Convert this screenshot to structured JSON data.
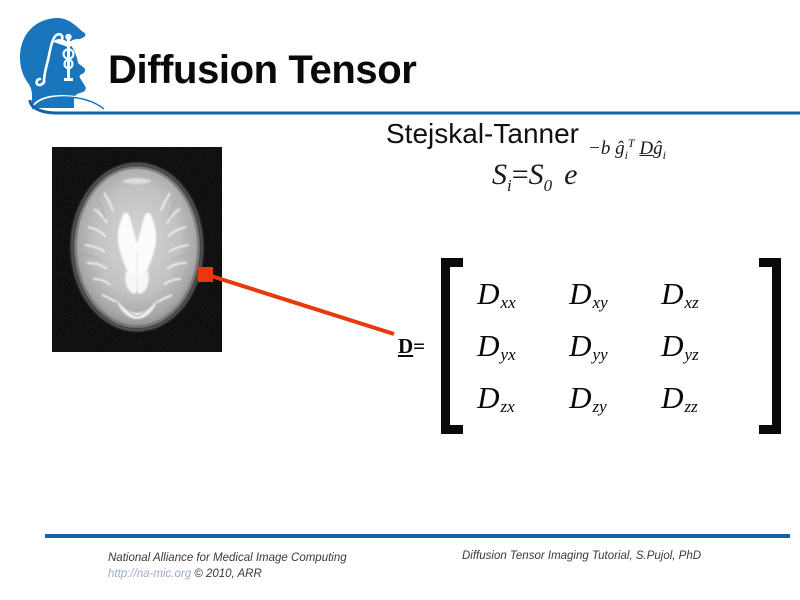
{
  "slide": {
    "title": "Diffusion Tensor",
    "subtitle": "Stejskal-Tanner",
    "accent_color": "#1660a8",
    "arrow_color": "#e8380d",
    "title_color": "#0a0a0a"
  },
  "logo": {
    "name": "na-mic-logo",
    "description": "blue head silhouette with integral sign and caduceus",
    "color": "#1a76bc"
  },
  "equation": {
    "lhs_symbol": "S",
    "lhs_subscript": "i",
    "equals": "=",
    "rhs_symbol": "S",
    "rhs_subscript": "0",
    "exponential_base": "e",
    "exponent": {
      "minus": "−",
      "b": "b",
      "g_hat_1": "ĝ",
      "index_1": "i",
      "transpose": "T",
      "tensor": "D",
      "g_hat_2": "ĝ",
      "index_2": "i"
    },
    "plain_text": "S_i = S_0 e^(-b ĝ_i^T D ĝ_i)"
  },
  "tensor": {
    "label_symbol": "D",
    "label_equals": "=",
    "rows": [
      [
        {
          "base": "D",
          "sub": "xx"
        },
        {
          "base": "D",
          "sub": "xy"
        },
        {
          "base": "D",
          "sub": "xz"
        }
      ],
      [
        {
          "base": "D",
          "sub": "yx"
        },
        {
          "base": "D",
          "sub": "yy"
        },
        {
          "base": "D",
          "sub": "yz"
        }
      ],
      [
        {
          "base": "D",
          "sub": "zx"
        },
        {
          "base": "D",
          "sub": "zy"
        },
        {
          "base": "D",
          "sub": "zz"
        }
      ]
    ]
  },
  "brain_image": {
    "name": "axial-brain-mri",
    "modality": "b0 diffusion-weighted axial brain slice",
    "background_color": "#050505"
  },
  "annotation": {
    "name": "voxel-pointer-arrow",
    "color": "#e8380d",
    "marker_shape": "square",
    "points_to": "white matter voxel, left posterior"
  },
  "footer": {
    "organization": "National Alliance for Medical Image Computing",
    "url": "http://na-mic.org",
    "copyright": "© 2010, ARR",
    "credit": "Diffusion Tensor Imaging Tutorial, S.Pujol, PhD"
  }
}
